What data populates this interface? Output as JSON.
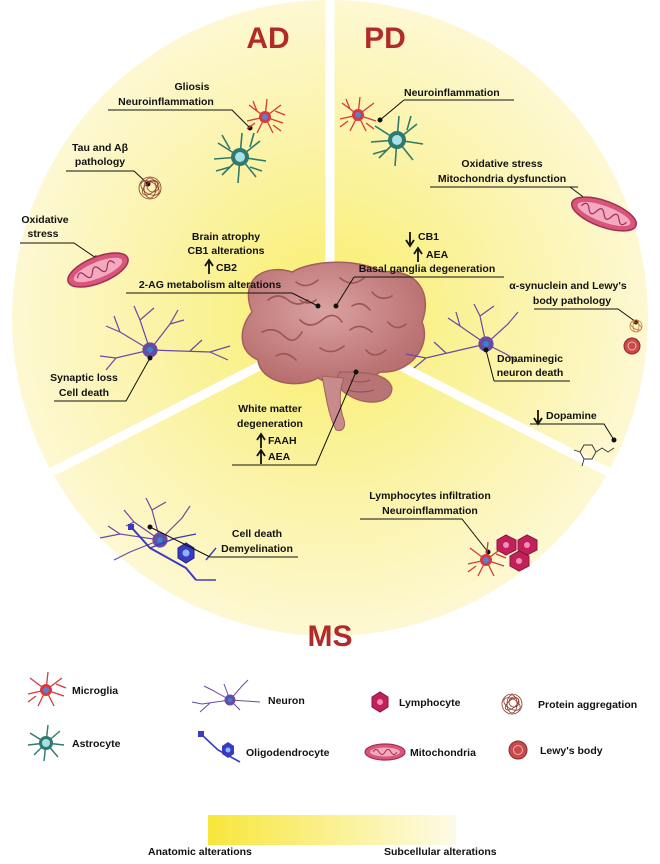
{
  "sections": {
    "ad": "AD",
    "pd": "PD",
    "ms": "MS"
  },
  "ad": {
    "gliosis": "Gliosis",
    "neuroinflammation": "Neuroinflammation",
    "tau_line1": "Tau and Aβ",
    "tau_line2": "pathology",
    "oxidative_line1": "Oxidative",
    "oxidative_line2": "stress",
    "atrophy": "Brain atrophy",
    "cb1_alterations": "CB1 alterations",
    "cb2": "CB2",
    "ag_metabolism": "2-AG metabolism alterations",
    "synaptic_loss": "Synaptic loss",
    "cell_death": "Cell death"
  },
  "pd": {
    "neuroinflammation": "Neuroinflammation",
    "oxidative": "Oxidative stress",
    "mito_dysfunction": "Mitochondria dysfunction",
    "cb1": "CB1",
    "aea": "AEA",
    "basal_ganglia": "Basal ganglia degeneration",
    "synuclein_line1": "α-synuclein and Lewy's",
    "synuclein_line2": "body pathology",
    "dopa_line1": "Dopaminegic",
    "dopa_line2": "neuron death",
    "dopamine": "Dopamine"
  },
  "wm": {
    "line1": "White matter",
    "line2": "degeneration",
    "faah": "FAAH",
    "aea": "AEA"
  },
  "ms": {
    "lymph_infiltration": "Lymphocytes infiltration",
    "neuroinflammation": "Neuroinflammation",
    "cell_death": "Cell death",
    "demyelination": "Demyelination"
  },
  "legend": {
    "microglia": "Microglia",
    "astrocyte": "Astrocyte",
    "neuron": "Neuron",
    "oligodendrocyte": "Oligodendrocyte",
    "lymphocyte": "Lymphocyte",
    "mitochondria": "Mitochondria",
    "protein_aggregation": "Protein aggregation",
    "lewys_body": "Lewy's body"
  },
  "scale": {
    "left": "Anatomic alterations",
    "right": "Subcellular alterations",
    "gradient_from": "#f8e63a",
    "gradient_to": "#fdfbe8"
  },
  "colors": {
    "section_title": "#b22a2a",
    "microglia": "#d63a3a",
    "astrocyte": "#2f7a6c",
    "neuron": "#6a4aa3",
    "oligodendrocyte": "#3b3bc2",
    "lymphocyte": "#c1205a",
    "mitochondria": "#d9557a",
    "brain": "#c98585"
  }
}
